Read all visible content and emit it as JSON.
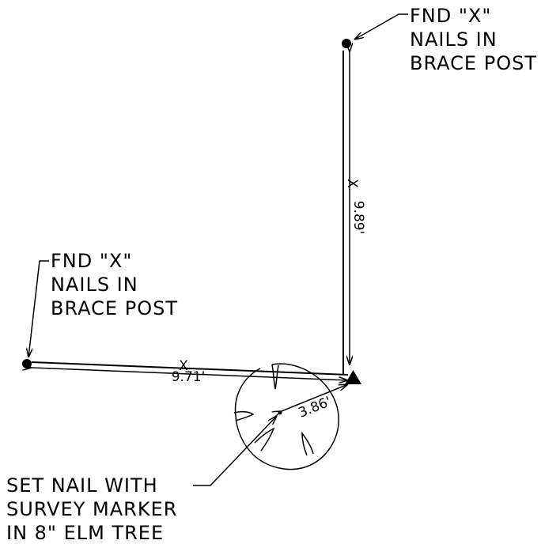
{
  "labels": {
    "top_right": [
      "FND \"X\"",
      "NAILS IN",
      "BRACE POST"
    ],
    "left": [
      "FND \"X\"",
      "NAILS IN",
      "BRACE POST"
    ],
    "bottom": [
      "SET NAIL WITH",
      "SURVEY MARKER",
      "IN 8\" ELM TREE"
    ]
  },
  "dimensions": {
    "vertical": {
      "mark": "X",
      "value": "9.89'"
    },
    "horizontal": {
      "mark": "X",
      "value": "9.71'"
    },
    "tree": {
      "value": "3.86'"
    }
  },
  "colors": {
    "ink": "#000000",
    "background": "#ffffff"
  }
}
